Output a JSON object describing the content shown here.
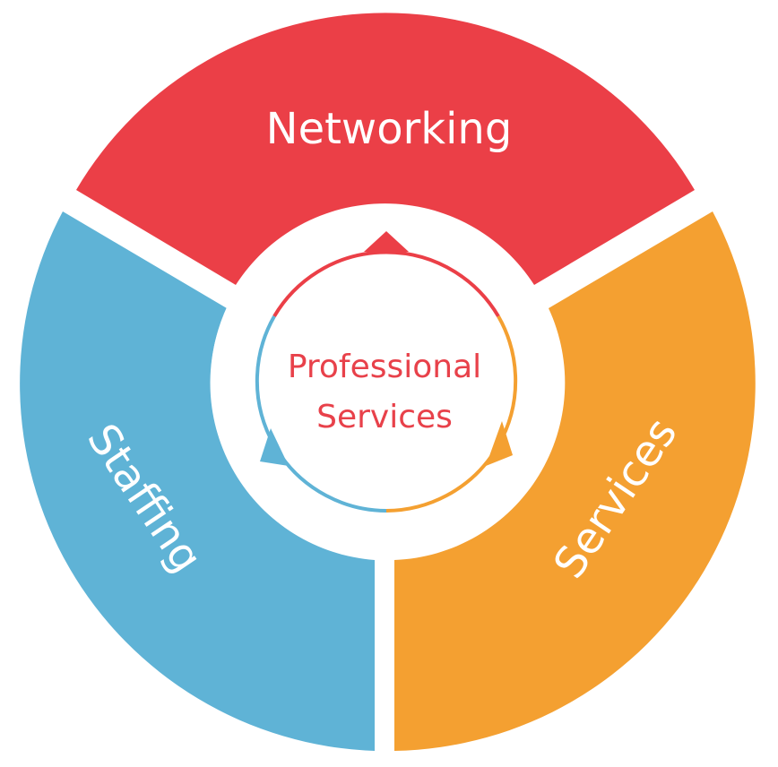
{
  "diagram": {
    "center": {
      "line1": "Professional",
      "line2": "Services",
      "text_color": "#e8414a"
    },
    "segments": [
      {
        "id": "networking",
        "label": "Networking",
        "color": "#eb3f47"
      },
      {
        "id": "services",
        "label": "Services",
        "color": "#f4a031"
      },
      {
        "id": "staffing",
        "label": "Staffing",
        "color": "#5fb3d6"
      }
    ],
    "label_color": "#ffffff"
  }
}
